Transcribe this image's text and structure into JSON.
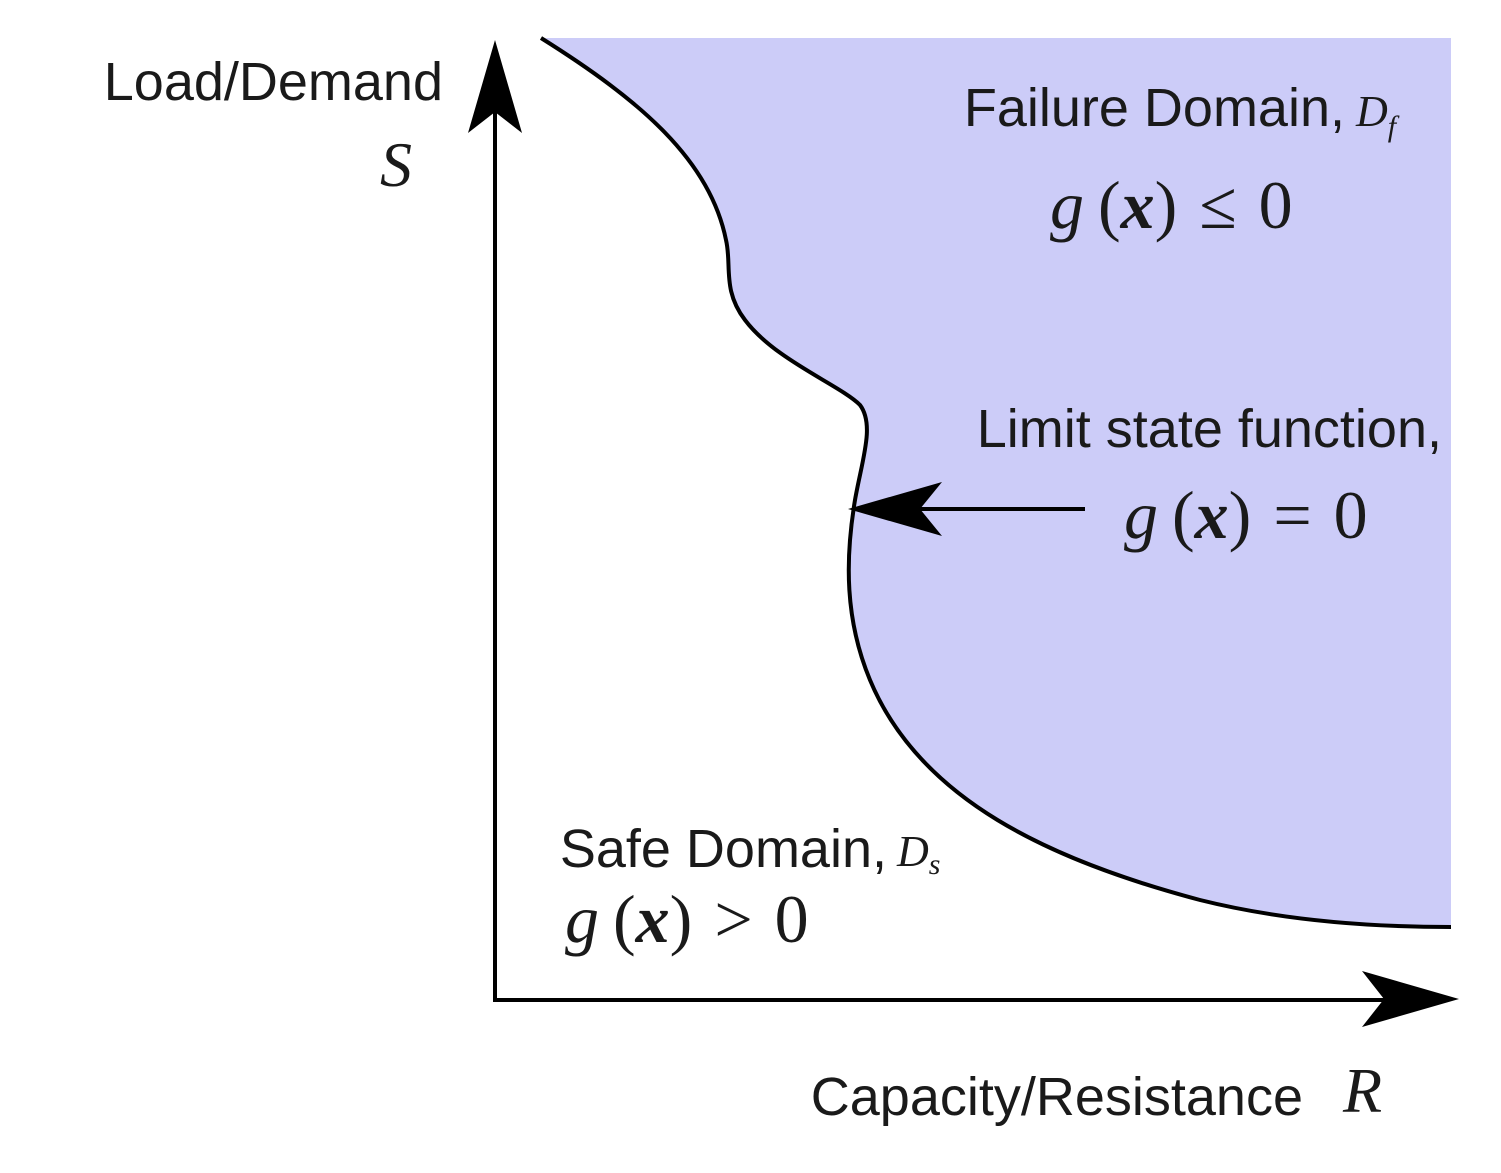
{
  "axes": {
    "y_label": "Load/Demand",
    "y_symbol": "S",
    "x_label": "Capacity/Resistance",
    "x_symbol": "R"
  },
  "failure_domain": {
    "label": "Failure Domain,",
    "symbol": "D",
    "symbol_subscript": "f",
    "condition": {
      "g": "g",
      "lparen": "(",
      "x": "x",
      "rparen": ")",
      "operator": "≤",
      "rhs": "0"
    },
    "fill_color": "#ccccf8"
  },
  "limit_state": {
    "label": "Limit state function,",
    "condition": {
      "g": "g",
      "lparen": "(",
      "x": "x",
      "rparen": ")",
      "operator": "=",
      "rhs": "0"
    }
  },
  "safe_domain": {
    "label": "Safe Domain,",
    "symbol": "D",
    "symbol_subscript": "s",
    "condition": {
      "g": "g",
      "lparen": "(",
      "x": "x",
      "rparen": ")",
      "operator": ">",
      "rhs": "0"
    }
  },
  "colors": {
    "line": "#000000",
    "text": "#1a1a1a"
  }
}
